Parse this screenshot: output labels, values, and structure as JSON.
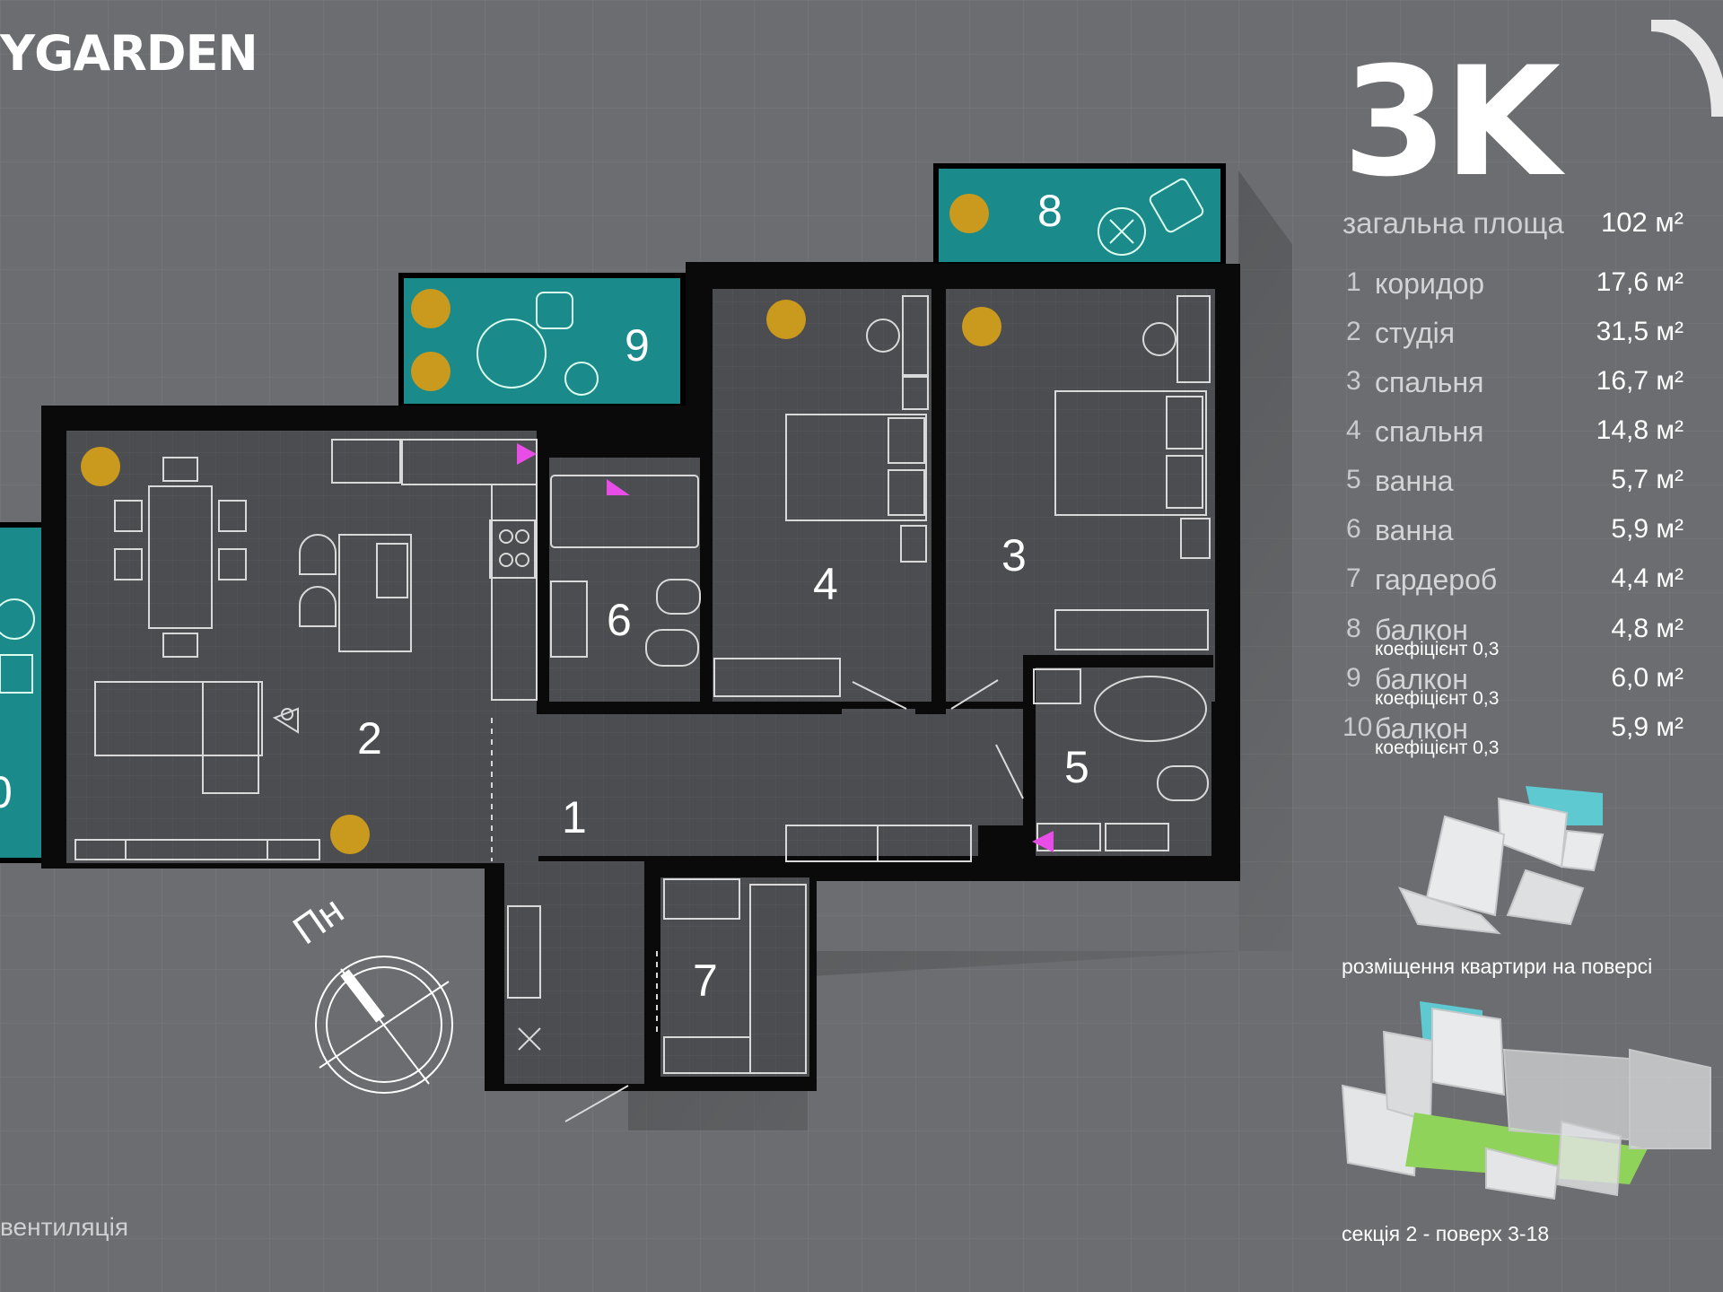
{
  "brand": {
    "name": "YGARDEN"
  },
  "apartment": {
    "type": "3K",
    "total_label": "загальна площа",
    "total_area": "102 м²"
  },
  "rooms": [
    {
      "num": "1",
      "name": "коридор",
      "area": "17,6 м²"
    },
    {
      "num": "2",
      "name": "студія",
      "area": "31,5 м²"
    },
    {
      "num": "3",
      "name": "спальня",
      "area": "16,7 м²"
    },
    {
      "num": "4",
      "name": "спальня",
      "area": "14,8 м²"
    },
    {
      "num": "5",
      "name": "ванна",
      "area": "5,7 м²"
    },
    {
      "num": "6",
      "name": "ванна",
      "area": "5,9 м²"
    },
    {
      "num": "7",
      "name": "гардероб",
      "area": "4,4 м²"
    },
    {
      "num": "8",
      "name": "балкон",
      "area": "4,8 м²",
      "coef": "коефіцієнт 0,3"
    },
    {
      "num": "9",
      "name": "балкон",
      "area": "6,0 м²",
      "coef": "коефіцієнт 0,3"
    },
    {
      "num": "10",
      "name": "балкон",
      "area": "5,9 м²",
      "coef": "коефіцієнт 0,3"
    }
  ],
  "plan_labels": {
    "r1": "1",
    "r2": "2",
    "r3": "3",
    "r4": "4",
    "r5": "5",
    "r6": "6",
    "r7": "7",
    "r8": "8",
    "r9": "9",
    "r10": "0"
  },
  "compass": {
    "north_label": "Пн"
  },
  "captions": {
    "placement": "розміщення квартири на поверсі",
    "section": "секція 2 - поверх 3-18"
  },
  "legend": {
    "ventilation": "вентиляція"
  },
  "colors": {
    "background": "#6b6d70",
    "wall": "#0a0a0a",
    "floor": "#4a4b4e",
    "balcony": "#1a8a8a",
    "vent_marker": "#e84de8",
    "plant": "#c99a1e",
    "highlight": "#5ec9d0",
    "courtyard": "#8fd35a"
  }
}
